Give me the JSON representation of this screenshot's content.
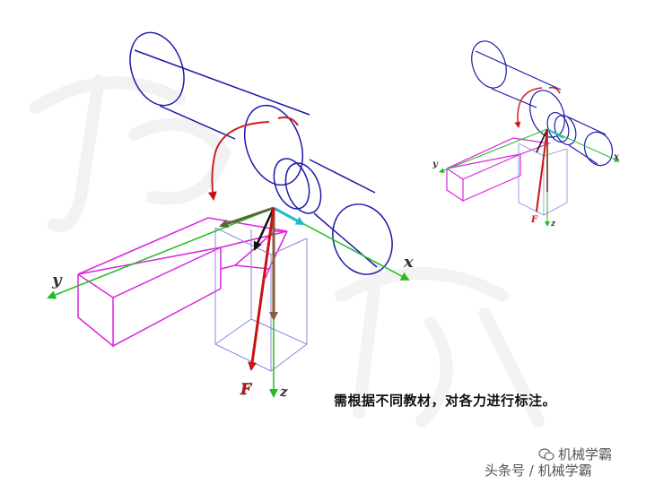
{
  "diagram": {
    "note": "需根据不同教材，对各力进行标注。",
    "labels": {
      "x": "x",
      "y": "y",
      "z": "z",
      "F": "F"
    },
    "colors": {
      "workpiece": "#1a1aa8",
      "tool": "#dd22dd",
      "box": "#8888dd",
      "rotation_arrow": "#cc2222",
      "axis": "#22bb22",
      "force_F": "#cc1111",
      "force_black": "#111111",
      "force_olive": "#556b2f",
      "force_cyan": "#22bbcc",
      "force_brown": "#8a5a3a"
    }
  },
  "watermark": {
    "account": "机械学霸",
    "source": "头条号 / 机械学霸"
  }
}
